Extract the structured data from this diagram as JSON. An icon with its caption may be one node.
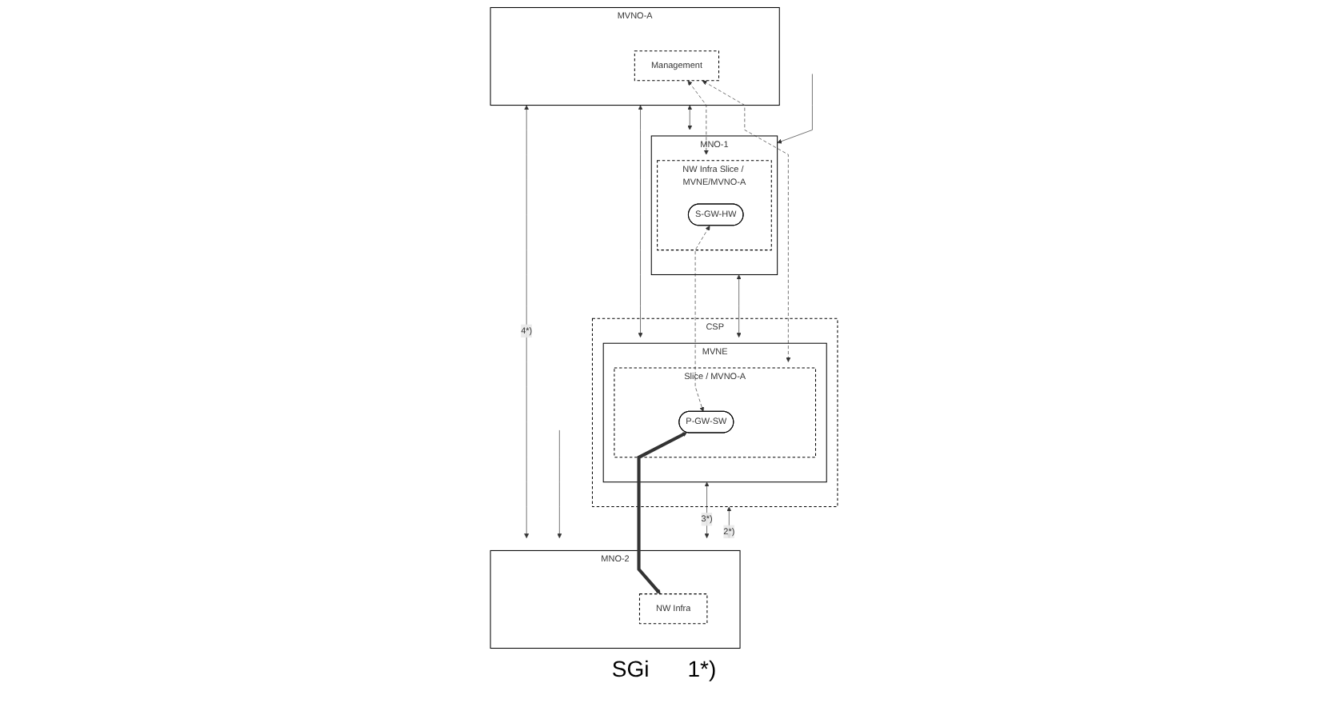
{
  "diagram": {
    "nodes": [
      {
        "text": [
          "MVNO-A"
        ]
      },
      {
        "text": [
          "Management"
        ],
        "in": 0
      },
      {
        "text": [
          "CSP"
        ]
      },
      {
        "text": [
          "MNO-1"
        ]
      },
      {
        "text": [
          "NW Infra Slice / MVNE/MVNO-A"
        ],
        "in": 3
      },
      {
        "text": [
          "S-GW-HW"
        ],
        "in": 4
      },
      {
        "text": [
          "MVNE"
        ],
        "in": 2
      },
      {
        "text": [
          "Slice / MVNO-A"
        ],
        "in": 6
      },
      {
        "text": [
          "P-GW-SW"
        ],
        "in": 7
      },
      {
        "text": [
          "MNO-2"
        ]
      },
      {
        "text": [
          "NW Infra"
        ],
        "in": 9
      }
    ],
    "edges": [
      {
        "from": 0,
        "to": 9,
        "arrow": "both",
        "label": "4*)"
      },
      {
        "from": 0,
        "to": 6,
        "arrow": "both"
      },
      {
        "from": 0,
        "to": 3,
        "arrow": "both"
      },
      {
        "from": 1,
        "to": 4,
        "arrow": "both",
        "style": "dashed"
      },
      {
        "from": 1,
        "to": 7,
        "arrow": "both",
        "style": "dashed"
      },
      {
        "from": 3,
        "to": 6,
        "arrow": "both"
      },
      {
        "from": 6,
        "to": 9,
        "arrow": "both",
        "label": "3*)"
      },
      {
        "from": 2,
        "to": 9,
        "arrow": "both",
        "label": "2*)"
      },
      {
        "from": 5,
        "to": 8,
        "arrow": "both",
        "style": "dashed"
      },
      {
        "from": 8,
        "to": 10,
        "arrow": "both",
        "style": "thick"
      },
      {
        "from": null,
        "to": 3,
        "arrow": "to"
      },
      {
        "from": null,
        "to": 9,
        "arrow": "to"
      }
    ],
    "labels": [
      "SGi",
      "1*)"
    ]
  }
}
